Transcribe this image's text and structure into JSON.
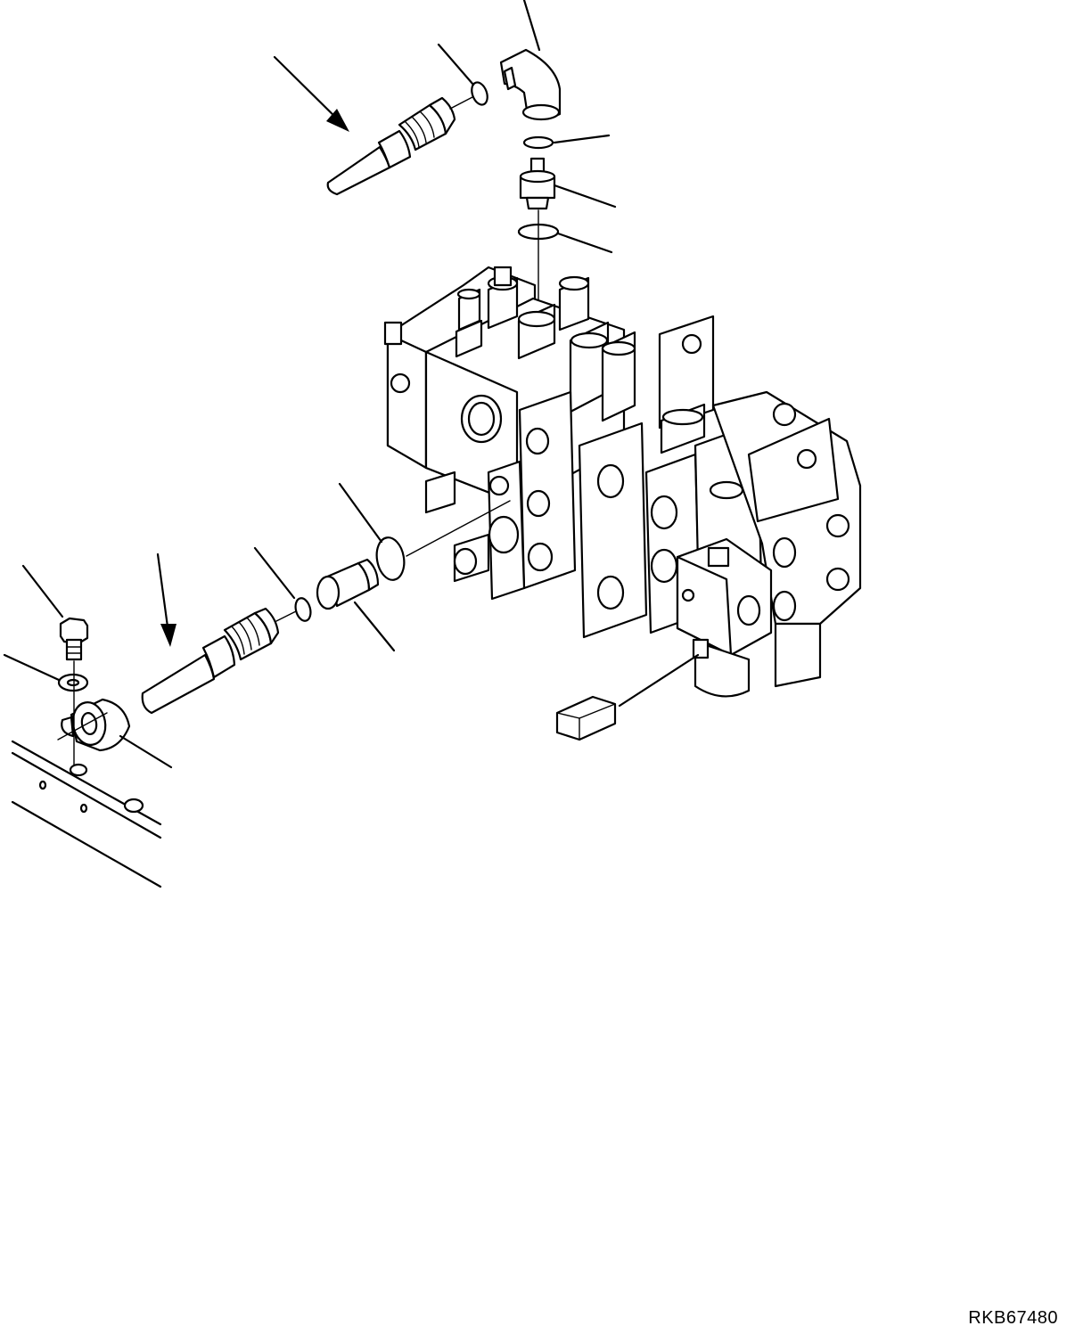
{
  "drawing": {
    "code": "RKB67480"
  },
  "parts": {
    "elbow": "elbow-fitting",
    "upper_hose": "hose",
    "lower_hose": "hose",
    "valve": "control-valve",
    "adapter_upper": "adapter",
    "adapter_lower": "adapter",
    "o_ring": "o-ring",
    "bolt": "bolt",
    "washer": "washer",
    "clamp": "clamp",
    "sensor": "sensor-connector"
  }
}
